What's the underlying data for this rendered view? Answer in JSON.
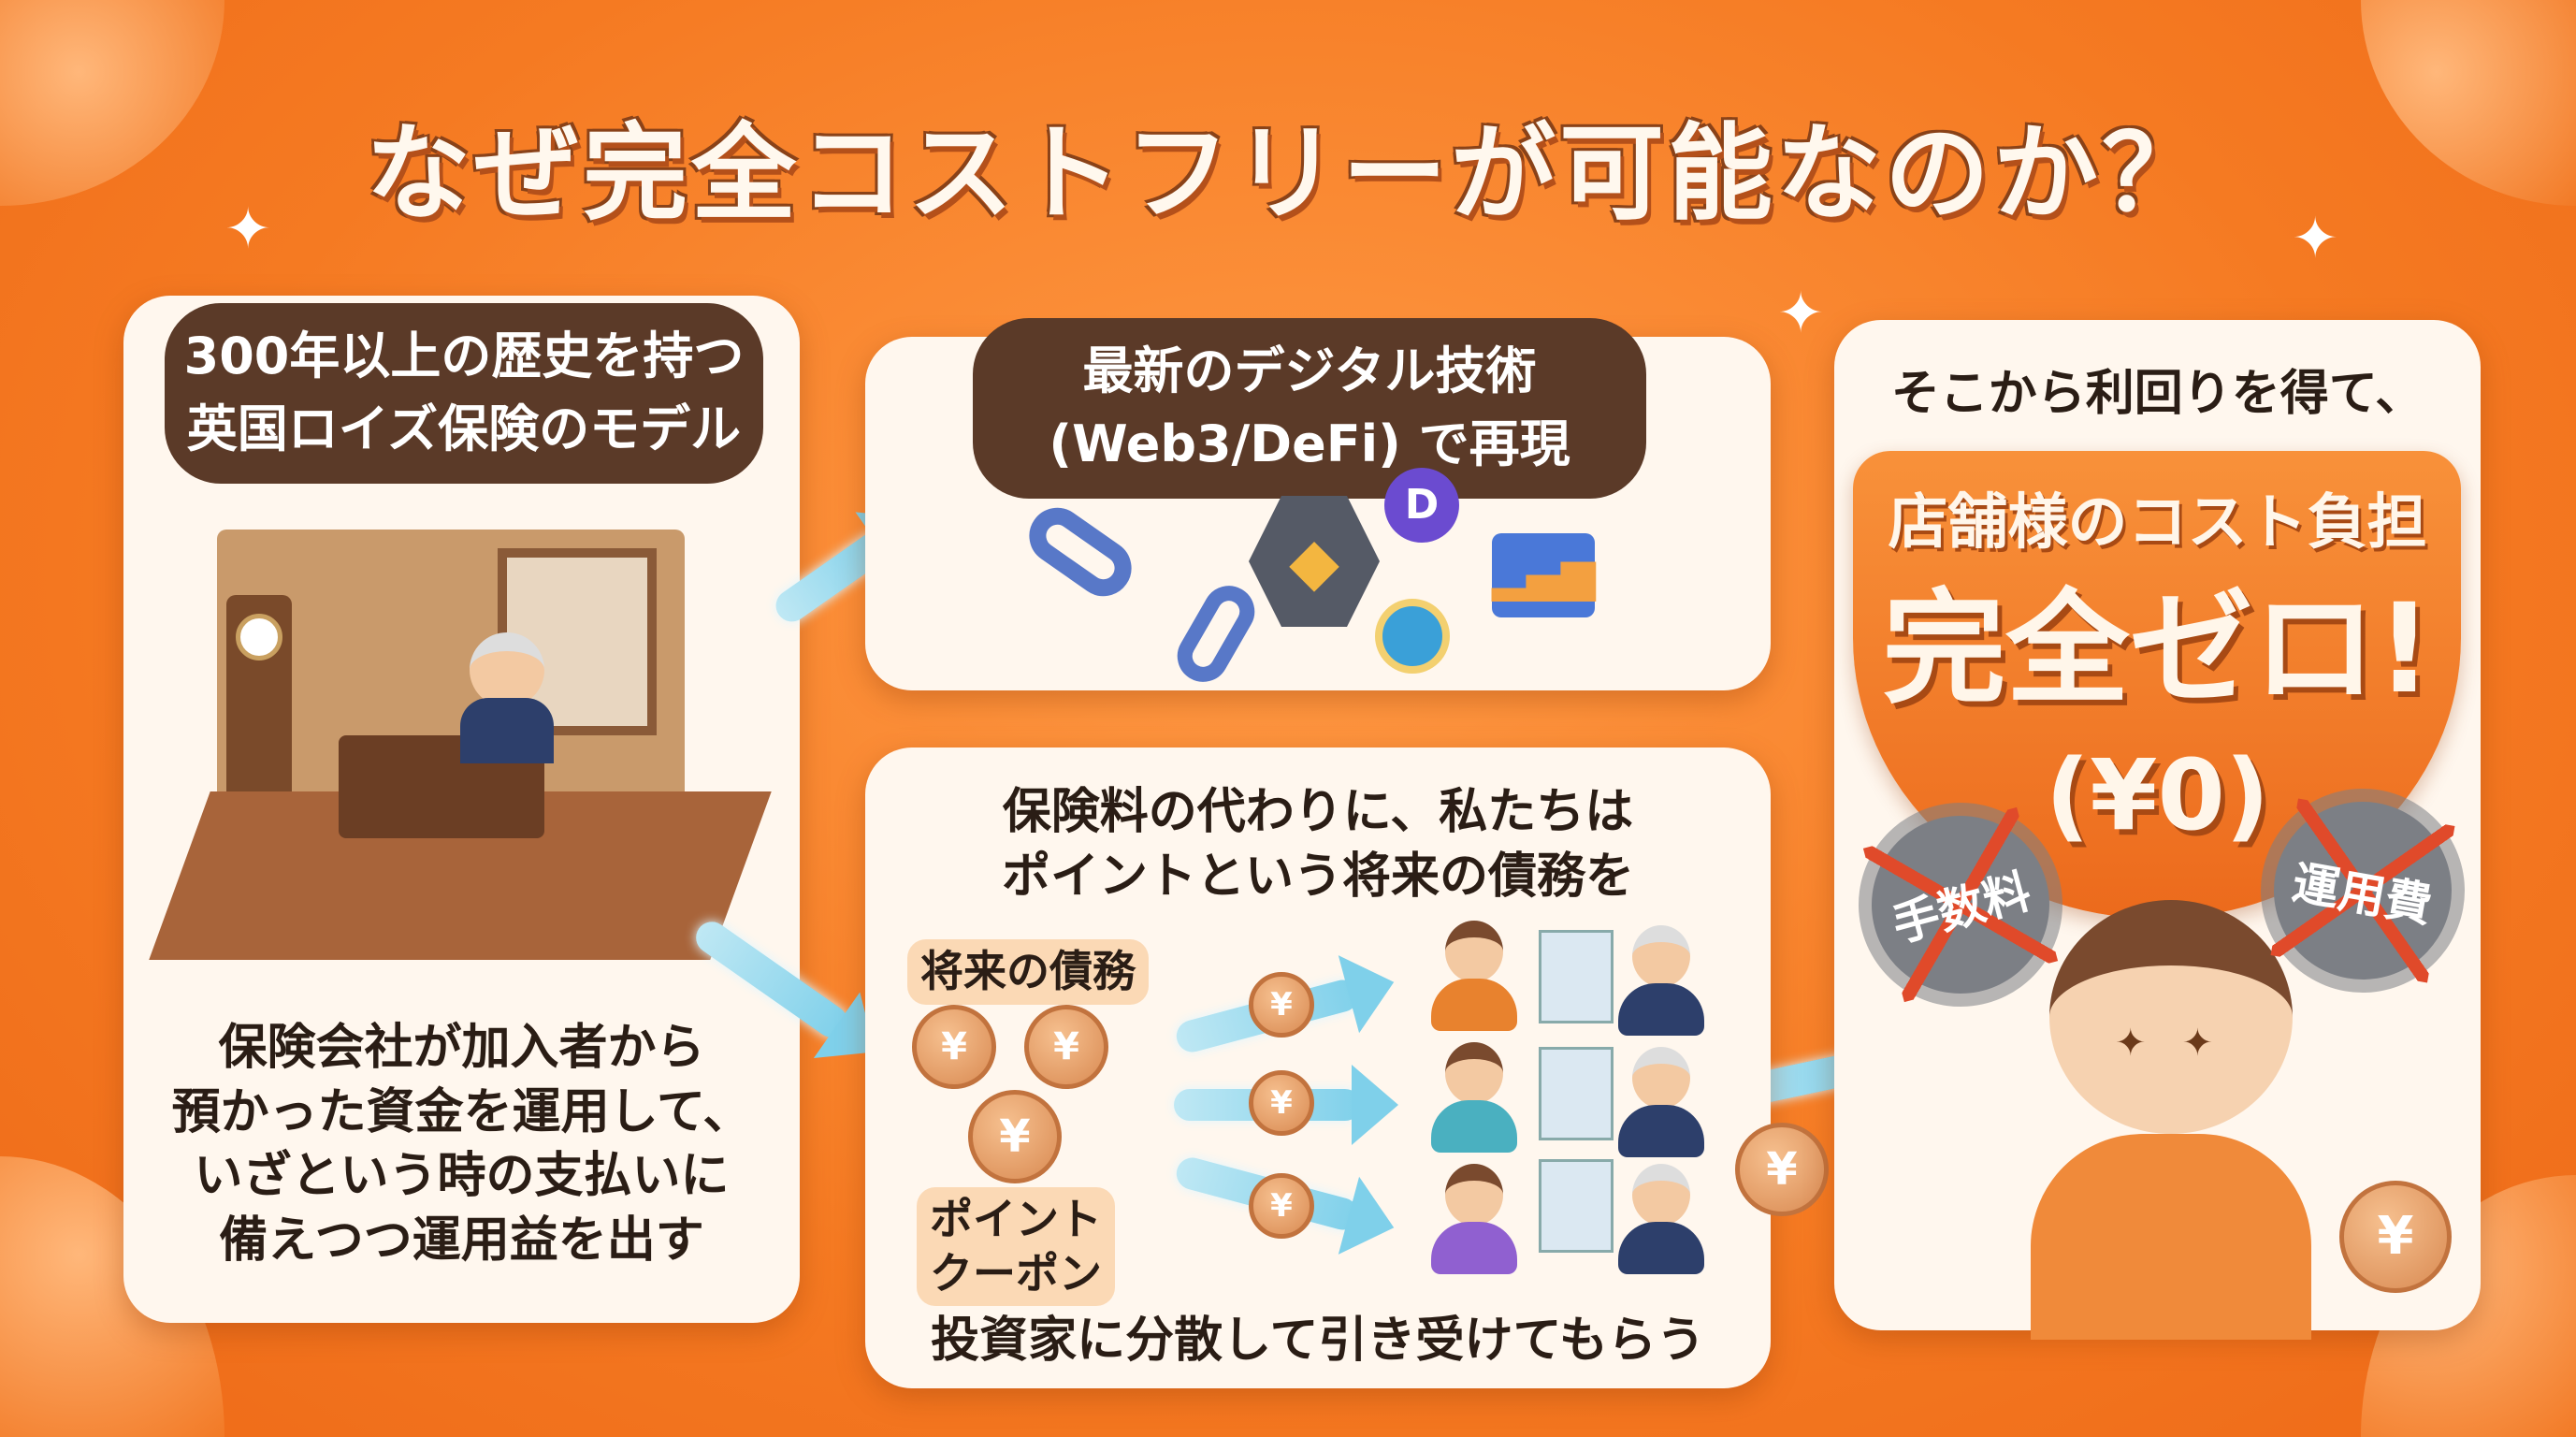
{
  "title": "なぜ完全コストフリーが可能なのか？",
  "colors": {
    "background": "#f57a22",
    "card": "#fff7ee",
    "pill": "#5b3a28",
    "accent_arrow": "#7fd0ea"
  },
  "left_card": {
    "header": [
      "300年以上の歴史を持つ",
      "英国ロイズ保険のモデル"
    ],
    "body": [
      "保険会社が加入者から",
      "預かった資金を運用して、",
      "いざという時の支払いに",
      "備えつつ運用益を出す"
    ]
  },
  "middle_top_card": {
    "header": [
      "最新のデジタル技術",
      "(Web3/DeFi) で再現"
    ],
    "icons": [
      "chain-link-icon",
      "ethereum-icon",
      "defi-token-icon",
      "chart-icon"
    ]
  },
  "middle_bottom_card": {
    "top_text": [
      "保険料の代わりに、私たちは",
      "ポイントという将来の債務を"
    ],
    "tag_debt": "将来の債務",
    "tag_point": [
      "ポイント",
      "クーポン"
    ],
    "coin_symbol": "¥",
    "bottom_text": "投資家に分散して引き受けてもらう"
  },
  "right_card": {
    "top_text": "そこから利回りを得て、",
    "headline_1": "店舗様のコスト負担",
    "headline_2": "完全ゼロ!",
    "headline_3": "(¥0)",
    "crossed_badges": [
      "手数料",
      "運用費"
    ]
  }
}
